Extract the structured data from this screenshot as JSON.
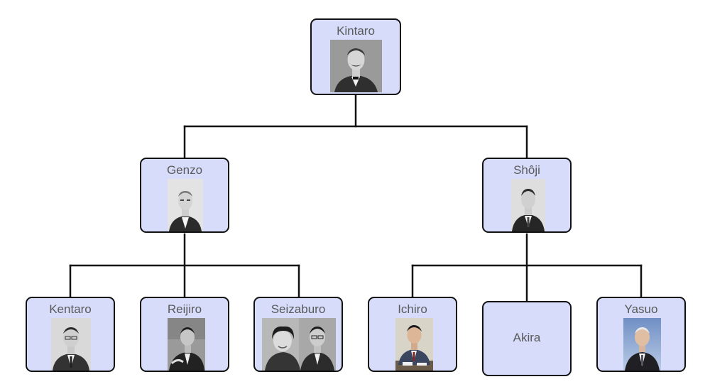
{
  "colors": {
    "node_fill": "#d6dcfa",
    "node_border": "#111111",
    "name_text": "#5a5a5a",
    "line": "#111111"
  },
  "tree": {
    "root": {
      "name": "Kintaro",
      "photo": "portrait"
    },
    "gen2": [
      {
        "name": "Genzo",
        "photo": "portrait"
      },
      {
        "name": "Shôji",
        "photo": "portrait"
      }
    ],
    "gen3": [
      {
        "name": "Kentaro",
        "photo": "portrait"
      },
      {
        "name": "Reijiro",
        "photo": "portrait"
      },
      {
        "name": "Seizaburo",
        "photo": "two-person-portrait"
      },
      {
        "name": "Ichiro",
        "photo": "portrait"
      },
      {
        "name": "Akira",
        "photo": "none"
      },
      {
        "name": "Yasuo",
        "photo": "portrait"
      }
    ]
  }
}
